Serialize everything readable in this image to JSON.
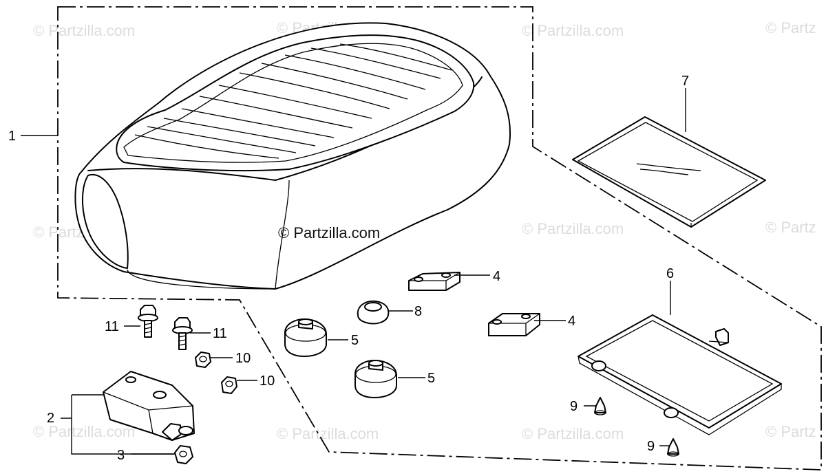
{
  "watermarks": {
    "text": "© Partzilla.com",
    "text_partial": "© Partz"
  },
  "callouts": {
    "c1": "1",
    "c2": "2",
    "c3": "3",
    "c4a": "4",
    "c4b": "4",
    "c5a": "5",
    "c5b": "5",
    "c6": "6",
    "c7": "7",
    "c8": "8",
    "c9a": "9",
    "c9b": "9",
    "c10a": "10",
    "c10b": "10",
    "c11a": "11",
    "c11b": "11"
  }
}
